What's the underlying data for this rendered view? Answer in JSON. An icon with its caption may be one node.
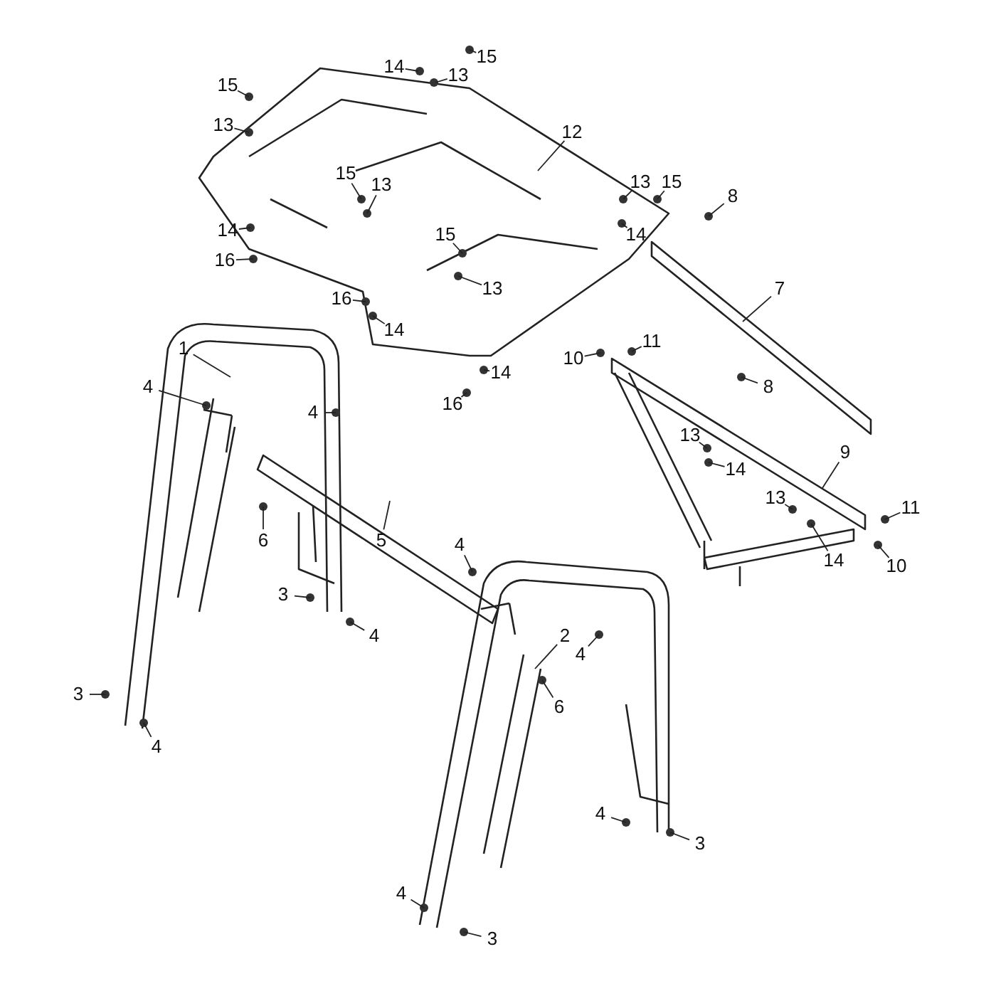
{
  "diagram": {
    "nodes": [
      {
        "text": [
          "15"
        ]
      },
      {
        "text": [
          "14"
        ]
      },
      {
        "text": [
          "13"
        ]
      },
      {
        "text": [
          "15"
        ]
      },
      {
        "text": [
          "13"
        ]
      },
      {
        "text": [
          "12"
        ]
      },
      {
        "text": [
          "15"
        ]
      },
      {
        "text": [
          "13"
        ]
      },
      {
        "text": [
          "13"
        ]
      },
      {
        "text": [
          "15"
        ]
      },
      {
        "text": [
          "8"
        ]
      },
      {
        "text": [
          "14"
        ]
      },
      {
        "text": [
          "14"
        ]
      },
      {
        "text": [
          "16"
        ]
      },
      {
        "text": [
          "15"
        ]
      },
      {
        "text": [
          "13"
        ]
      },
      {
        "text": [
          "7"
        ]
      },
      {
        "text": [
          "16"
        ]
      },
      {
        "text": [
          "14"
        ]
      },
      {
        "text": [
          "10"
        ]
      },
      {
        "text": [
          "11"
        ]
      },
      {
        "text": [
          "14"
        ]
      },
      {
        "text": [
          "16"
        ]
      },
      {
        "text": [
          "1"
        ]
      },
      {
        "text": [
          "4"
        ]
      },
      {
        "text": [
          "4"
        ]
      },
      {
        "text": [
          "8"
        ]
      },
      {
        "text": [
          "9"
        ]
      },
      {
        "text": [
          "13"
        ]
      },
      {
        "text": [
          "14"
        ]
      },
      {
        "text": [
          "6"
        ]
      },
      {
        "text": [
          "13"
        ]
      },
      {
        "text": [
          "11"
        ]
      },
      {
        "text": [
          "5"
        ]
      },
      {
        "text": [
          "4"
        ]
      },
      {
        "text": [
          "3"
        ]
      },
      {
        "text": [
          "4"
        ]
      },
      {
        "text": [
          "2"
        ]
      },
      {
        "text": [
          "4"
        ]
      },
      {
        "text": [
          "14"
        ]
      },
      {
        "text": [
          "10"
        ]
      },
      {
        "text": [
          "6"
        ]
      },
      {
        "text": [
          "3"
        ]
      },
      {
        "text": [
          "4"
        ]
      },
      {
        "text": [
          "4"
        ]
      },
      {
        "text": [
          "3"
        ]
      },
      {
        "text": [
          "4"
        ]
      },
      {
        "text": [
          "3"
        ]
      }
    ],
    "edges": [
      {
        "from": 0,
        "to": null,
        "arrow": "none"
      },
      {
        "from": 1,
        "to": null,
        "arrow": "none"
      },
      {
        "from": 2,
        "to": null,
        "arrow": "none"
      },
      {
        "from": 3,
        "to": null,
        "arrow": "none"
      },
      {
        "from": 4,
        "to": null,
        "arrow": "none"
      },
      {
        "from": 5,
        "to": null,
        "arrow": "none"
      },
      {
        "from": 6,
        "to": null,
        "arrow": "none"
      },
      {
        "from": 7,
        "to": null,
        "arrow": "none"
      },
      {
        "from": 8,
        "to": null,
        "arrow": "none"
      },
      {
        "from": 9,
        "to": null,
        "arrow": "none"
      },
      {
        "from": 10,
        "to": null,
        "arrow": "none"
      },
      {
        "from": 11,
        "to": null,
        "arrow": "none"
      },
      {
        "from": 12,
        "to": null,
        "arrow": "none"
      },
      {
        "from": 13,
        "to": null,
        "arrow": "none"
      },
      {
        "from": 14,
        "to": null,
        "arrow": "none"
      },
      {
        "from": 15,
        "to": null,
        "arrow": "none"
      },
      {
        "from": 16,
        "to": null,
        "arrow": "none"
      },
      {
        "from": 17,
        "to": null,
        "arrow": "none"
      },
      {
        "from": 18,
        "to": null,
        "arrow": "none"
      },
      {
        "from": 19,
        "to": null,
        "arrow": "none"
      },
      {
        "from": 20,
        "to": null,
        "arrow": "none"
      },
      {
        "from": 21,
        "to": null,
        "arrow": "none"
      },
      {
        "from": 22,
        "to": null,
        "arrow": "none"
      },
      {
        "from": 23,
        "to": null,
        "arrow": "none"
      },
      {
        "from": 24,
        "to": null,
        "arrow": "none"
      },
      {
        "from": 25,
        "to": null,
        "arrow": "none"
      },
      {
        "from": 26,
        "to": null,
        "arrow": "none"
      },
      {
        "from": 27,
        "to": null,
        "arrow": "none"
      },
      {
        "from": 28,
        "to": null,
        "arrow": "none"
      },
      {
        "from": 29,
        "to": null,
        "arrow": "none"
      },
      {
        "from": 30,
        "to": null,
        "arrow": "none"
      },
      {
        "from": 31,
        "to": null,
        "arrow": "none"
      },
      {
        "from": 32,
        "to": null,
        "arrow": "none"
      },
      {
        "from": 33,
        "to": null,
        "arrow": "none"
      },
      {
        "from": 34,
        "to": null,
        "arrow": "none"
      },
      {
        "from": 35,
        "to": null,
        "arrow": "none"
      },
      {
        "from": 36,
        "to": null,
        "arrow": "none"
      },
      {
        "from": 37,
        "to": null,
        "arrow": "none"
      },
      {
        "from": 38,
        "to": null,
        "arrow": "none"
      },
      {
        "from": 39,
        "to": null,
        "arrow": "none"
      },
      {
        "from": 40,
        "to": null,
        "arrow": "none"
      },
      {
        "from": 41,
        "to": null,
        "arrow": "none"
      },
      {
        "from": 42,
        "to": null,
        "arrow": "none"
      },
      {
        "from": 43,
        "to": null,
        "arrow": "none"
      },
      {
        "from": 44,
        "to": null,
        "arrow": "none"
      },
      {
        "from": 45,
        "to": null,
        "arrow": "none"
      },
      {
        "from": 46,
        "to": null,
        "arrow": "none"
      },
      {
        "from": 47,
        "to": null,
        "arrow": "none"
      }
    ]
  }
}
